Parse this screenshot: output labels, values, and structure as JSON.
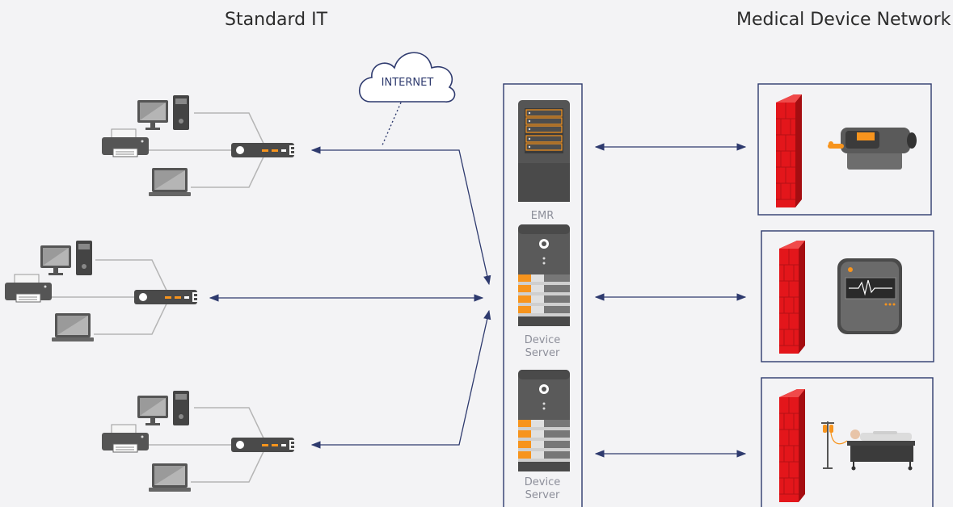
{
  "headers": {
    "left": "Standard IT",
    "right": "Medical Device Network"
  },
  "cloud": {
    "label": "INTERNET"
  },
  "servers": [
    {
      "label_line1": "EMR",
      "label_line2": ""
    },
    {
      "label_line1": "Device",
      "label_line2": "Server"
    },
    {
      "label_line1": "Device",
      "label_line2": "Server"
    }
  ],
  "colors": {
    "background": "#f3f3f5",
    "arrow": "#2e3a6e",
    "box_border": "#2e3a6e",
    "firewall": "#e3161b",
    "accent": "#f7941d"
  }
}
